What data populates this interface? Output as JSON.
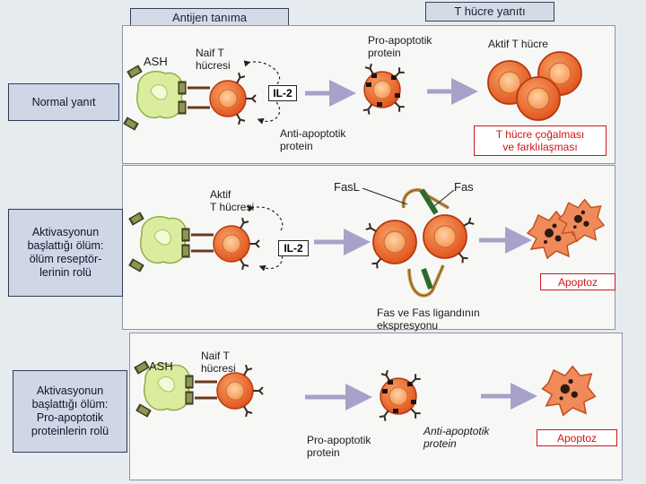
{
  "headers": {
    "antigen": "Antijen tanıma",
    "tcell_response": "T hücre yanıtı"
  },
  "row1": {
    "side_label": "Normal yanıt",
    "ash": "ASH",
    "naive_t_l1": "Naif T",
    "naive_t_l2": "hücresi",
    "il2": "IL-2",
    "pro_apop_l1": "Pro-apoptotik",
    "pro_apop_l2": "protein",
    "anti_apop_l1": "Anti-apoptotik",
    "anti_apop_l2": "protein",
    "active_t": "Aktif T hücre",
    "prolif_l1": "T hücre çoğalması",
    "prolif_l2": "ve farklılaşması"
  },
  "row2": {
    "side_l1": "Aktivasyonun",
    "side_l2": "başlattığı ölüm:",
    "side_l3": "ölüm reseptör-",
    "side_l4": "lerinin rolü",
    "active_t_l1": "Aktif",
    "active_t_l2": "T hücresi",
    "il2": "IL-2",
    "fasl": "FasL",
    "fas": "Fas",
    "fas_expr_l1": "Fas ve Fas ligandının",
    "fas_expr_l2": "ekspresyonu",
    "apoptosis": "Apoptoz"
  },
  "row3": {
    "side_l1": "Aktivasyonun",
    "side_l2": "başlattığı ölüm:",
    "side_l3": "Pro-apoptotik",
    "side_l4": "proteinlerin rolü",
    "ash": "ASH",
    "naive_t_l1": "Naif T",
    "naive_t_l2": "hücresi",
    "pro_apop_l1": "Pro-apoptotik",
    "pro_apop_l2": "protein",
    "anti_apop_l1": "Anti-apoptotik",
    "anti_apop_l2": "protein",
    "apoptosis": "Apoptoz"
  },
  "colors": {
    "tcell": "#e8581e",
    "tcell_light": "#f7a064",
    "apc": "#d9ec9a",
    "arrow": "#a7a2c9",
    "apoptotic": "#f08a5a",
    "red_label": "#d01515"
  }
}
